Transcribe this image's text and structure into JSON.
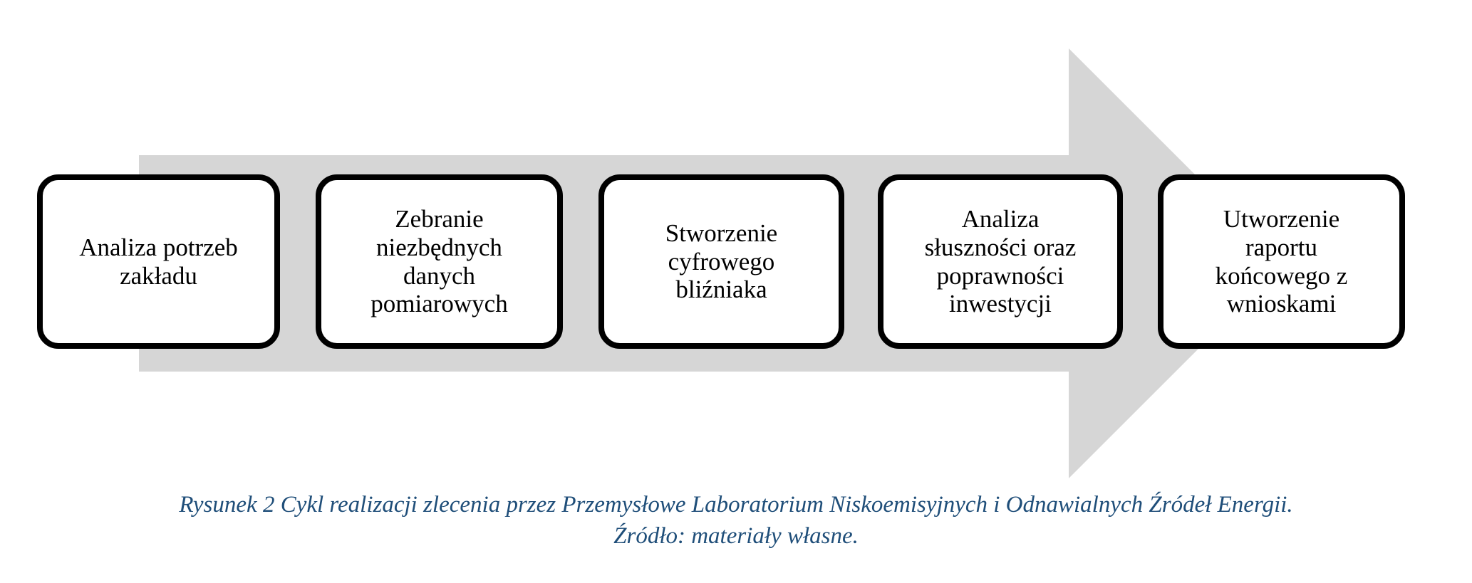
{
  "figure": {
    "kind": "process-flow-arrow-diagram",
    "direction": "left-to-right",
    "arrow_color": "#d6d6d6",
    "box_border_color": "#000000",
    "box_fill_color": "#ffffff",
    "caption_color": "#1f4e79",
    "stages": [
      {
        "index": 1,
        "label": "Analiza potrzeb\nzakładu"
      },
      {
        "index": 2,
        "label": "Zebranie\nniezbędnych\ndanych\npomiarowych"
      },
      {
        "index": 3,
        "label": "Stworzenie\ncyfrowego\nbliźniaka"
      },
      {
        "index": 4,
        "label": "Analiza\nsłuszności oraz\npoprawności\ninwestycji"
      },
      {
        "index": 5,
        "label": "Utworzenie\nraportu\nkońcowego z\nwnioskami"
      }
    ]
  },
  "caption": {
    "line1": "Rysunek 2 Cykl realizacji zlecenia przez Przemysłowe Laboratorium Niskoemisyjnych i Odnawialnych Źródeł Energii.",
    "line2": "Źródło: materiały własne."
  }
}
